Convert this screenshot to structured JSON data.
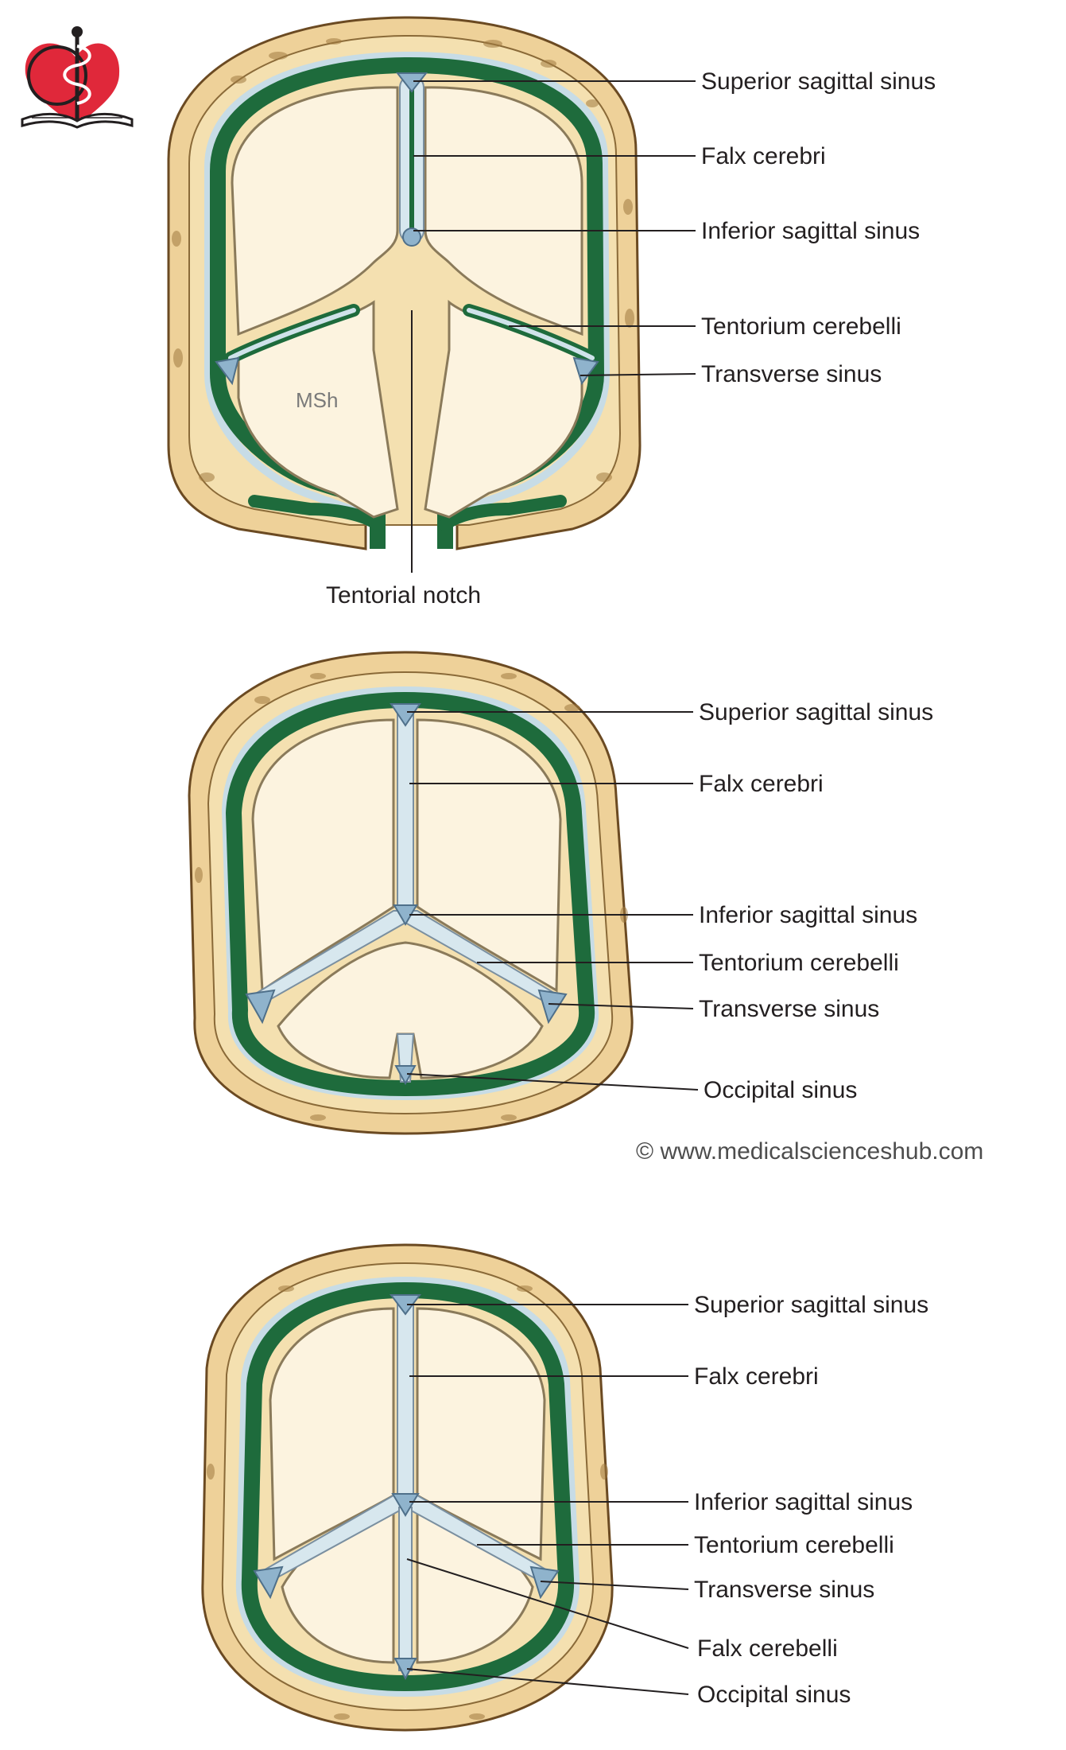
{
  "colors": {
    "bone": "#eed199",
    "dura": "#1e6b3c",
    "brain": "#fcf3df",
    "sinus": "#8fb3cc",
    "logo_heart": "#e0283a"
  },
  "logo": {
    "icon": "heart-caduceus-book-logo-icon"
  },
  "watermark": "MSh",
  "copyright": "© www.medicalscienceshub.com",
  "diagrams": [
    {
      "labels": {
        "superior_sagittal_sinus": "Superior sagittal sinus",
        "falx_cerebri": "Falx cerebri",
        "inferior_sagittal_sinus": "Inferior sagittal sinus",
        "tentorium_cerebelli": "Tentorium cerebelli",
        "transverse_sinus": "Transverse sinus",
        "tentorial_notch": "Tentorial notch"
      }
    },
    {
      "labels": {
        "superior_sagittal_sinus": "Superior sagittal sinus",
        "falx_cerebri": "Falx cerebri",
        "inferior_sagittal_sinus": "Inferior sagittal sinus",
        "tentorium_cerebelli": "Tentorium cerebelli",
        "transverse_sinus": "Transverse sinus",
        "occipital_sinus": "Occipital sinus"
      }
    },
    {
      "labels": {
        "superior_sagittal_sinus": "Superior sagittal sinus",
        "falx_cerebri": "Falx cerebri",
        "inferior_sagittal_sinus": "Inferior sagittal sinus",
        "tentorium_cerebelli": "Tentorium cerebelli",
        "transverse_sinus": "Transverse sinus",
        "falx_cerebelli": "Falx cerebelli",
        "occipital_sinus": "Occipital sinus"
      }
    }
  ]
}
